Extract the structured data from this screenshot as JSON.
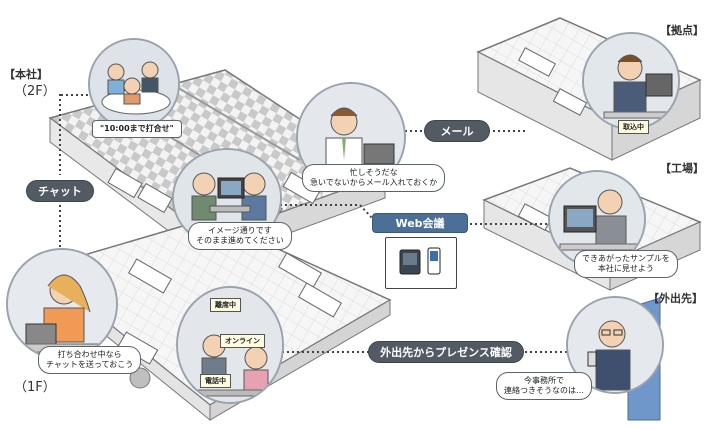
{
  "labels": {
    "hq": "【本社】",
    "floor2": "（2F）",
    "floor1": "（1F）",
    "branch": "【拠点】",
    "factory": "【工場】",
    "outside": "【外出先】"
  },
  "connectors": {
    "chat": "チャット",
    "mail": "メール",
    "web_meeting": "Web会議",
    "presence": "外出先からプレゼンス確認"
  },
  "bubbles": {
    "meeting_room": "\"10:00まで打合せ\"",
    "busy_worker": "忙しそうだな\n急いでないからメール入れておくか",
    "video_meeting": "イメージ通りです\nそのまま進めてください",
    "chat_woman": "打ち合わせ中なら\nチャットを送っておこう",
    "factory_worker": "できあがったサンプルを\n本社に見せよう",
    "outside_man": "今事務所で\n連絡つきそうなのは…"
  },
  "tags": {
    "branch_status": "取込中",
    "away": "離席中",
    "online": "オンライン",
    "on_phone": "電話中"
  }
}
